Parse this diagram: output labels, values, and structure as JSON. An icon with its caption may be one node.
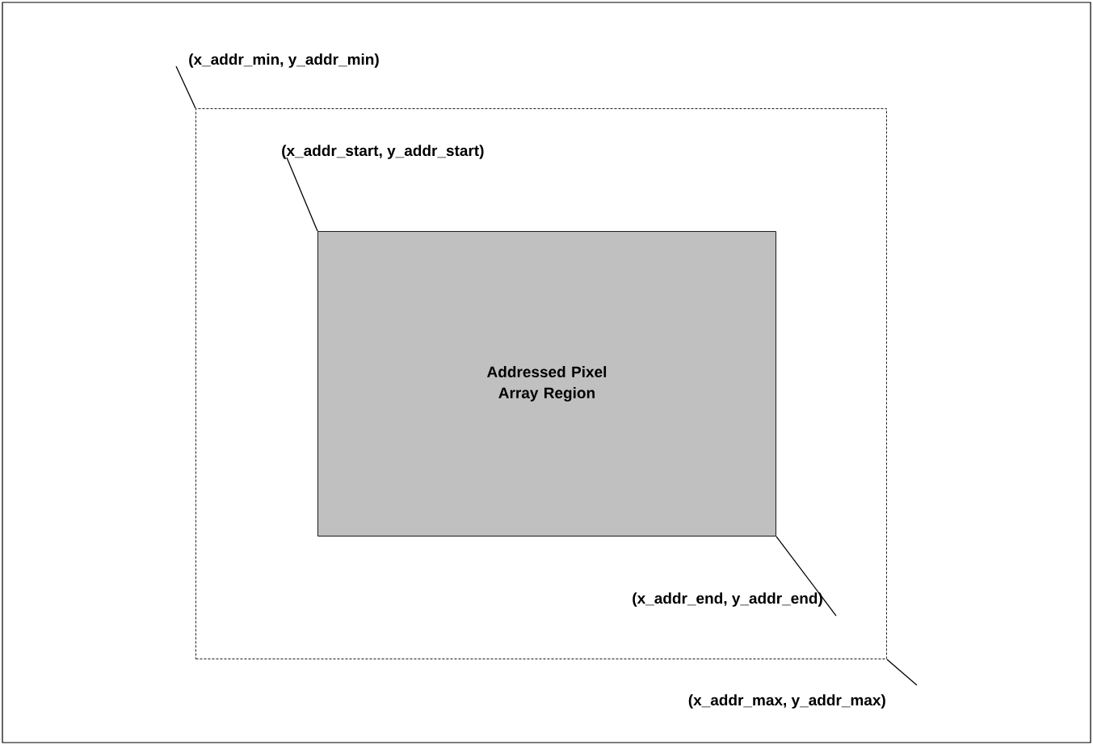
{
  "diagram": {
    "nodes": [
      {
        "text": [],
        "shape": "box"
      },
      {
        "text": [
          "Addressed Pixel Array Region"
        ],
        "in": 0
      },
      {
        "text": [
          "(x_addr_min, y_addr_min)"
        ]
      },
      {
        "text": [
          "(x_addr_start, y_addr_start)"
        ],
        "in": 0
      },
      {
        "text": [
          "(x_addr_end, y_addr_end)"
        ],
        "in": 0
      },
      {
        "text": [
          "(x_addr_max, y_addr_max)"
        ]
      }
    ],
    "edges": [
      {
        "from": 2,
        "to": 0,
        "arrow": "none"
      },
      {
        "from": 3,
        "to": 1,
        "arrow": "none"
      },
      {
        "from": 4,
        "to": 1,
        "arrow": "none"
      },
      {
        "from": 5,
        "to": 0,
        "arrow": "none"
      }
    ]
  }
}
